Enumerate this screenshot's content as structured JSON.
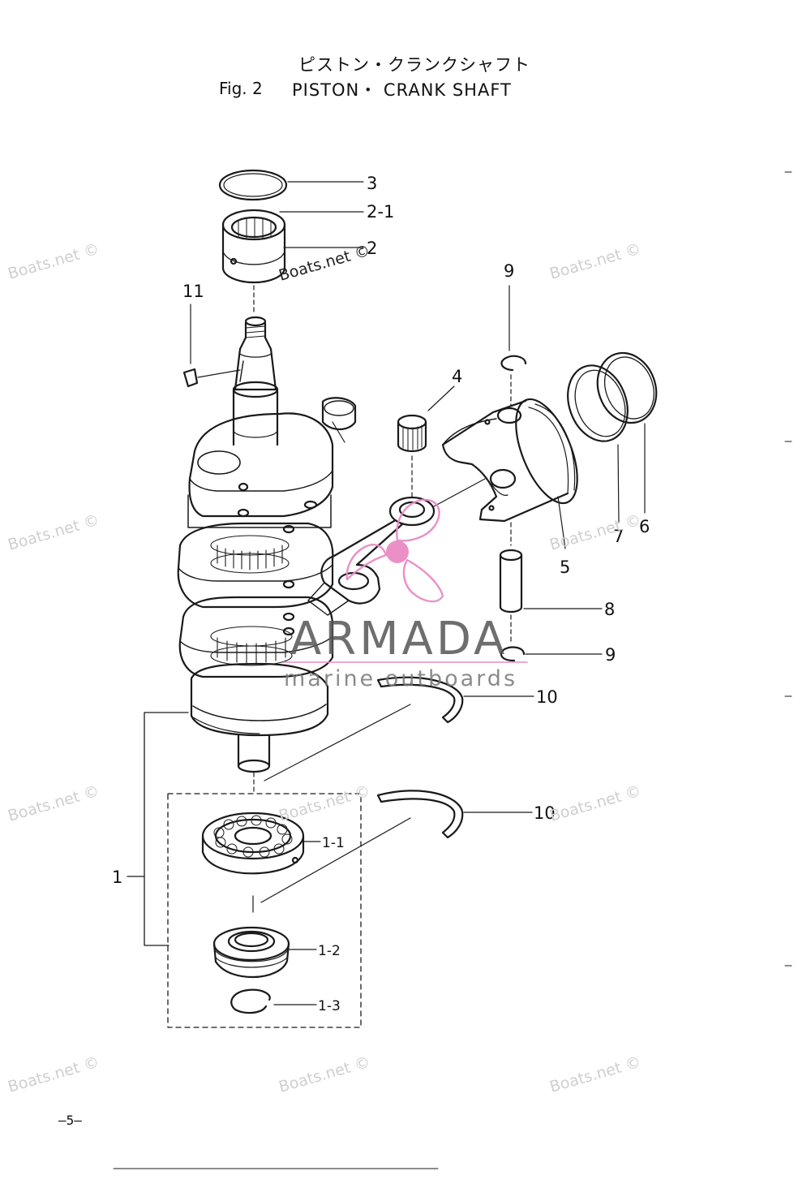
{
  "header": {
    "title_jp": "ピストン・クランクシャフト",
    "fig_label": "Fig. 2",
    "title_en": "PISTON・ CRANK SHAFT"
  },
  "callouts": {
    "c3": "3",
    "c2_1": "2-1",
    "c2": "2",
    "c11": "11",
    "c9_top": "9",
    "c4": "4",
    "c5": "5",
    "c6": "6",
    "c7": "7",
    "c8": "8",
    "c9_bottom": "9",
    "c10_a": "10",
    "c10_b": "10",
    "c1": "1",
    "c1_1": "1-1",
    "c1_2": "1-2",
    "c1_3": "1-3"
  },
  "watermark": {
    "text": "Boats.net ©",
    "brand_name": "ARMADA",
    "brand_tagline": "marine outboards",
    "brand_color": "#e98bc4"
  },
  "footer": {
    "page": "–5–"
  }
}
